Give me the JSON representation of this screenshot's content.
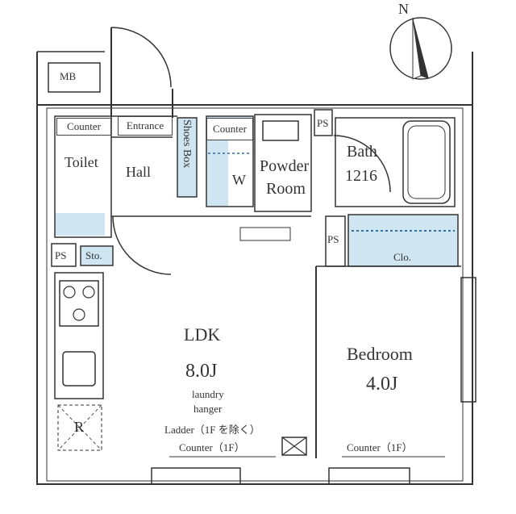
{
  "compass": {
    "letter": "N"
  },
  "labels": {
    "mb": "MB",
    "counter_toilet": "Counter",
    "entrance": "Entrance",
    "shoes_box": "Shoes Box",
    "counter_w": "Counter",
    "ps_top": "PS",
    "toilet": "Toilet",
    "hall": "Hall",
    "w": "W",
    "powder_room_1": "Powder",
    "powder_room_2": "Room",
    "bath": "Bath",
    "bath_size": "1216",
    "ps_left": "PS",
    "sto": "Sto.",
    "ps_mid": "PS",
    "clo": "Clo.",
    "ldk": "LDK",
    "ldk_size": "8.0J",
    "laundry_1": "laundry",
    "laundry_2": "hanger",
    "bedroom": "Bedroom",
    "bedroom_size": "4.0J",
    "fridge": "R",
    "ladder": "Ladder（1F を除く）",
    "counter_ldk": "Counter（1F）",
    "counter_bed": "Counter（1F）"
  },
  "colors": {
    "wall": "#333333",
    "storage_fill": "#cfe6f2",
    "line": "#444444"
  }
}
